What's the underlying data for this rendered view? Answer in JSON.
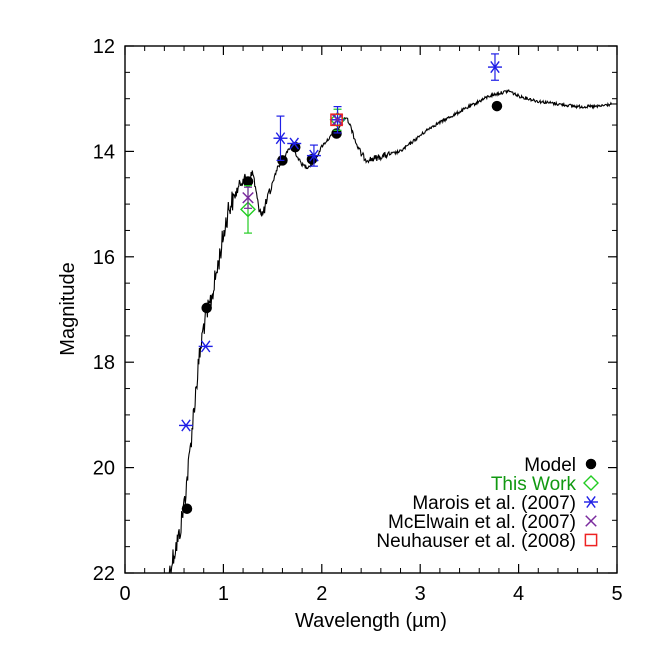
{
  "chart_data": {
    "type": "scatter",
    "title": "",
    "xlabel": "Wavelength (µm)",
    "ylabel": "Magnitude",
    "xlim": [
      0,
      5
    ],
    "ylim": [
      22,
      12
    ],
    "y_inverted": true,
    "x_ticks": [
      0,
      1,
      2,
      3,
      4,
      5
    ],
    "x_tick_labels": [
      "0",
      "1",
      "2",
      "3",
      "4",
      "5"
    ],
    "y_ticks": [
      12,
      14,
      16,
      18,
      20,
      22
    ],
    "y_tick_labels": [
      "12",
      "14",
      "16",
      "18",
      "20",
      "22"
    ],
    "grid": false,
    "legend_position": "bottom-right",
    "spectrum": {
      "color": "#000000",
      "points": [
        [
          0.45,
          22.0
        ],
        [
          0.5,
          21.6
        ],
        [
          0.55,
          21.3
        ],
        [
          0.6,
          20.7
        ],
        [
          0.65,
          19.9
        ],
        [
          0.7,
          18.9
        ],
        [
          0.75,
          18.0
        ],
        [
          0.8,
          17.3
        ],
        [
          0.85,
          17.0
        ],
        [
          0.9,
          16.6
        ],
        [
          0.95,
          16.1
        ],
        [
          1.0,
          15.6
        ],
        [
          1.05,
          15.1
        ],
        [
          1.1,
          14.9
        ],
        [
          1.15,
          14.7
        ],
        [
          1.2,
          14.5
        ],
        [
          1.25,
          14.6
        ],
        [
          1.3,
          14.4
        ],
        [
          1.35,
          15.0
        ],
        [
          1.4,
          15.2
        ],
        [
          1.45,
          14.9
        ],
        [
          1.5,
          14.6
        ],
        [
          1.55,
          14.3
        ],
        [
          1.6,
          14.2
        ],
        [
          1.65,
          14.0
        ],
        [
          1.7,
          13.9
        ],
        [
          1.75,
          14.1
        ],
        [
          1.8,
          14.25
        ],
        [
          1.85,
          14.3
        ],
        [
          1.9,
          14.25
        ],
        [
          1.95,
          14.1
        ],
        [
          2.0,
          13.9
        ],
        [
          2.05,
          13.8
        ],
        [
          2.1,
          13.7
        ],
        [
          2.15,
          13.65
        ],
        [
          2.2,
          13.45
        ],
        [
          2.25,
          13.35
        ],
        [
          2.3,
          13.55
        ],
        [
          2.35,
          13.85
        ],
        [
          2.4,
          14.05
        ],
        [
          2.45,
          14.15
        ],
        [
          2.5,
          14.15
        ],
        [
          2.6,
          14.1
        ],
        [
          2.7,
          14.05
        ],
        [
          2.8,
          14.0
        ],
        [
          2.9,
          13.85
        ],
        [
          3.0,
          13.7
        ],
        [
          3.1,
          13.55
        ],
        [
          3.2,
          13.45
        ],
        [
          3.3,
          13.35
        ],
        [
          3.4,
          13.25
        ],
        [
          3.5,
          13.15
        ],
        [
          3.6,
          13.05
        ],
        [
          3.7,
          12.95
        ],
        [
          3.8,
          12.9
        ],
        [
          3.9,
          12.85
        ],
        [
          4.0,
          12.95
        ],
        [
          4.2,
          13.05
        ],
        [
          4.4,
          13.1
        ],
        [
          4.6,
          13.15
        ],
        [
          4.8,
          13.15
        ],
        [
          4.95,
          13.1
        ]
      ]
    },
    "series": [
      {
        "name": "Model",
        "marker": "filled-circle",
        "color": "#000000",
        "points": [
          {
            "x": 0.63,
            "y": 20.78
          },
          {
            "x": 0.83,
            "y": 16.97
          },
          {
            "x": 1.25,
            "y": 14.57
          },
          {
            "x": 1.6,
            "y": 14.17
          },
          {
            "x": 1.73,
            "y": 13.92
          },
          {
            "x": 1.9,
            "y": 14.15
          },
          {
            "x": 2.15,
            "y": 13.66
          },
          {
            "x": 3.78,
            "y": 13.14
          }
        ]
      },
      {
        "name": "This Work",
        "marker": "open-diamond",
        "color": "#22cc22",
        "points": [
          {
            "x": 1.25,
            "y": 15.1,
            "yerr": 0.45
          },
          {
            "x": 2.16,
            "y": 13.4,
            "yerr": 0.2
          }
        ]
      },
      {
        "name": "Marois et al. (2007)",
        "marker": "asterisk",
        "color": "#1f1fe6",
        "points": [
          {
            "x": 0.62,
            "y": 19.2
          },
          {
            "x": 0.82,
            "y": 17.7
          },
          {
            "x": 1.58,
            "y": 13.75,
            "yerr": 0.42
          },
          {
            "x": 1.72,
            "y": 13.85
          },
          {
            "x": 1.92,
            "y": 14.08,
            "yerr": 0.2
          },
          {
            "x": 2.16,
            "y": 13.4,
            "yerr": 0.25
          },
          {
            "x": 3.76,
            "y": 12.4,
            "yerr": 0.25
          }
        ]
      },
      {
        "name": "McElwain et al. (2007)",
        "marker": "cross",
        "color": "#7a2a9e",
        "points": [
          {
            "x": 1.25,
            "y": 14.88,
            "yerr": 0.2
          },
          {
            "x": 2.16,
            "y": 13.4
          }
        ]
      },
      {
        "name": "Neuhauser et al. (2008)",
        "marker": "open-square",
        "color": "#ee2222",
        "points": [
          {
            "x": 2.15,
            "y": 13.4
          }
        ]
      }
    ]
  }
}
